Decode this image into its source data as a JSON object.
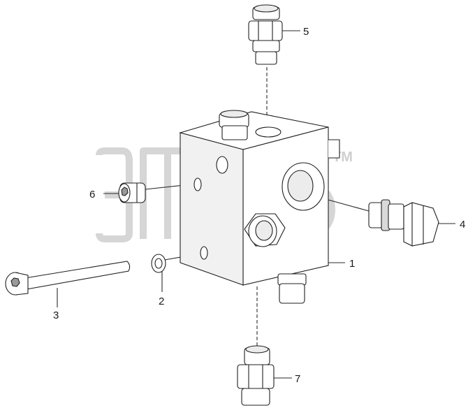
{
  "watermark": {
    "mark": "TM"
  },
  "callouts": {
    "c1": "1",
    "c2": "2",
    "c3": "3",
    "c4": "4",
    "c5": "5",
    "c6": "6",
    "c7": "7"
  },
  "colors": {
    "part_fill": "#ffffff",
    "part_shade": "#d9d9d9",
    "outline": "#1f1f1f",
    "watermark": "#d6d6d6"
  }
}
